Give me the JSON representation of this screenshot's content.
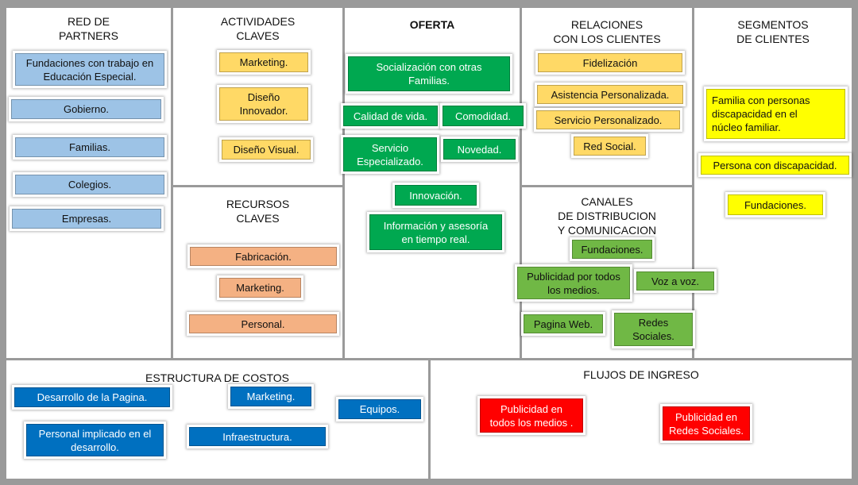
{
  "sections": {
    "red_de_partners": "RED DE\nPARTNERS",
    "actividades_claves": "ACTIVIDADES\nCLAVES",
    "recursos_claves": "RECURSOS\nCLAVES",
    "oferta": "OFERTA",
    "relaciones": "RELACIONES\nCON LOS CLIENTES",
    "canales": "CANALES\nDE DISTRIBUCION\nY COMUNICACION",
    "segmentos": "SEGMENTOS\nDE CLIENTES",
    "estructura_costos": "ESTRUCTURA DE COSTOS",
    "flujos_ingreso": "FLUJOS DE INGRESO"
  },
  "partners": [
    "Fundaciones con trabajo en\nEducación Especial.",
    "Gobierno.",
    "Familias.",
    "Colegios.",
    "Empresas."
  ],
  "actividades": [
    "Marketing.",
    "Diseño\nInnovador.",
    "Diseño Visual."
  ],
  "recursos": [
    "Fabricación.",
    "Marketing.",
    "Personal."
  ],
  "oferta": [
    "Socialización con otras\nFamilias.",
    "Calidad de vida.",
    "Comodidad.",
    "Servicio\nEspecializado.",
    "Novedad.",
    "Innovación.",
    "Información y asesoría\nen tiempo real."
  ],
  "relaciones": [
    "Fidelización",
    "Asistencia Personalizada.",
    "Servicio Personalizado.",
    "Red Social."
  ],
  "canales": [
    "Fundaciones.",
    "Publicidad por  todos\nlos medios.",
    "Voz a voz.",
    "Pagina Web.",
    "Redes\nSociales."
  ],
  "segmentos": [
    "Familia  con personas\ndiscapacidad en el\nnúcleo familiar.",
    "Persona con discapacidad.",
    "Fundaciones."
  ],
  "costos": [
    "Desarrollo de la  Pagina.",
    "Marketing.",
    "Equipos.",
    "Personal implicado en el\ndesarrollo.",
    "Infraestructura."
  ],
  "ingresos": [
    "Publicidad en\ntodos los medios .",
    "Publicidad en\nRedes Sociales."
  ],
  "colors": {
    "partners": "#9dc3e6",
    "actividades": "#ffd966",
    "recursos": "#f4b183",
    "oferta": "#00a850",
    "canales": "#70b845",
    "segmentos": "#ffff00",
    "costos": "#0070c0",
    "ingresos": "#ff0000"
  }
}
